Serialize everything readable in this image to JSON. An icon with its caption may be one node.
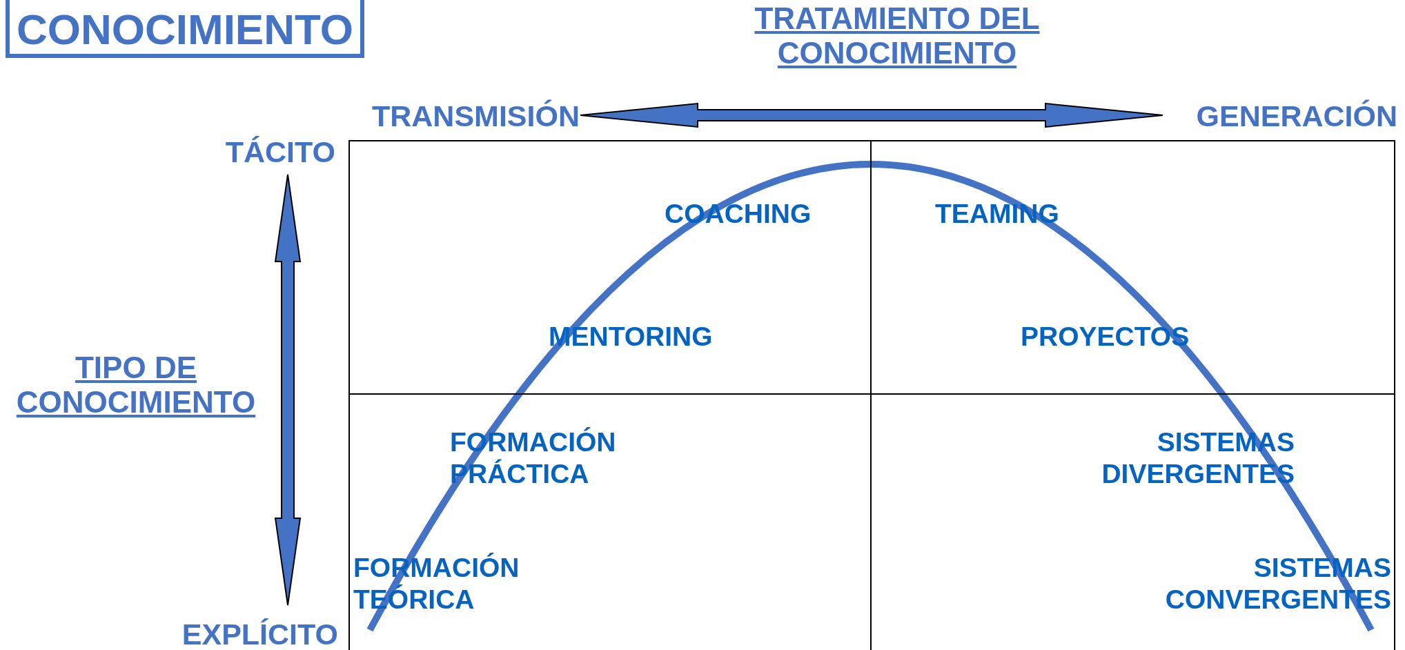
{
  "diagram": {
    "nodes": [
      {
        "text": [
          "CONOCIMIENTO"
        ]
      },
      {
        "text": [
          "TRANSMISIÓN"
        ]
      },
      {
        "text": [
          "GENERACIÓN"
        ]
      },
      {
        "text": [
          "TÁCITO"
        ]
      },
      {
        "text": [
          "EXPLÍCITO"
        ]
      },
      {
        "text": [
          "COACHING",
          "MENTORING"
        ]
      },
      {
        "text": [
          "TEAMING",
          "PROYECTOS"
        ]
      },
      {
        "text": [
          "FORMACIÓN PRÁCTICA",
          "FORMACIÓN TEÓRICA"
        ]
      },
      {
        "text": [
          "SISTEMAS DIVERGENTES",
          "SISTEMAS CONVERGENTES"
        ]
      }
    ],
    "edges": [
      {
        "from": 1,
        "to": 2,
        "arrow": "both"
      },
      {
        "from": 3,
        "to": 4,
        "arrow": "both"
      }
    ],
    "labels": [
      "TRATAMIENTO DEL CONOCIMIENTO",
      "TIPO DE CONOCIMIENTO"
    ]
  }
}
